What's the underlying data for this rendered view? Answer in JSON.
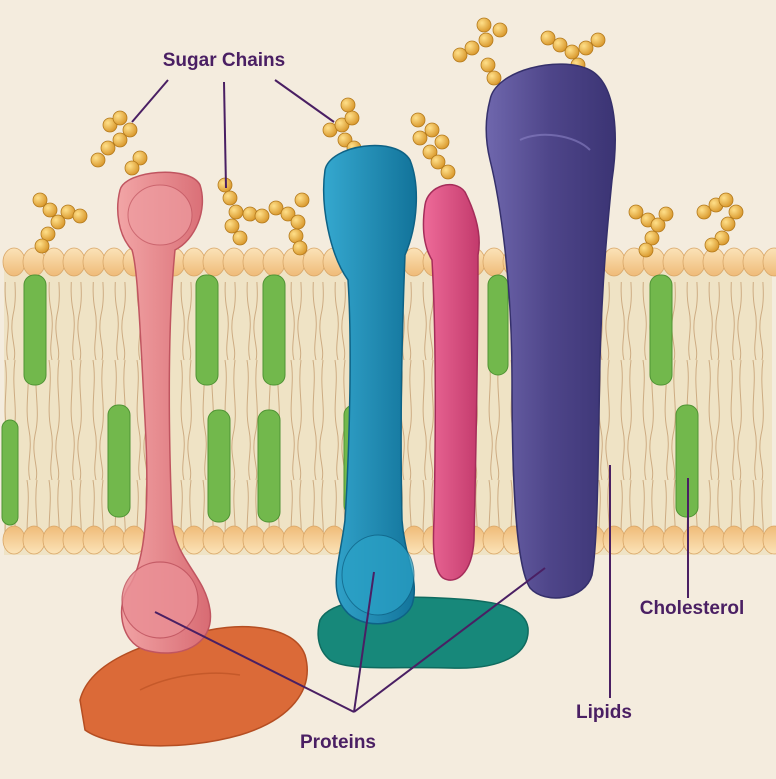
{
  "labels": {
    "sugar_chains": "Sugar Chains",
    "proteins": "Proteins",
    "lipids": "Lipids",
    "cholesterol": "Cholesterol"
  },
  "colors": {
    "background": "#f4ecde",
    "lipid_head": "#f4c88c",
    "lipid_tail": "#efe3c5",
    "cholesterol": "#72b84c",
    "sugar_bead": "#e8b040",
    "protein_pink": "#e9848a",
    "protein_teal": "#1d8fb8",
    "protein_magenta": "#de4d83",
    "protein_purple": "#5a5096",
    "anchor_orange": "#db6a38",
    "anchor_green": "#17887a",
    "label_text": "#4a1f63",
    "leader_line": "#4a1f63"
  }
}
